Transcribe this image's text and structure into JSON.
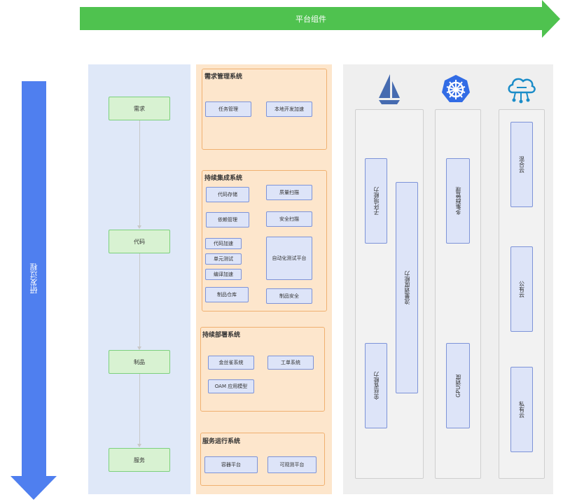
{
  "top_arrow": {
    "label": "平台组件"
  },
  "left_arrow": {
    "label": "研发过程"
  },
  "lifecycle": {
    "stages": [
      "需求",
      "代码",
      "制品",
      "服务"
    ]
  },
  "systems": {
    "requirements": {
      "title": "需求管理系统",
      "items": [
        "任务管理",
        "本地开发加速"
      ]
    },
    "ci": {
      "title": "持续集成系统",
      "items": [
        "代码存储",
        "质量扫描",
        "依赖管理",
        "安全扫描",
        "代码加速",
        "单元测试",
        "编译加速",
        "自动化测试平台",
        "制品仓库",
        "制品安全"
      ]
    },
    "cd": {
      "title": "持续部署系统",
      "items": [
        "金丝雀系统",
        "工单系统",
        "OAM 应用模型"
      ]
    },
    "runtime": {
      "title": "服务运行系统",
      "items": [
        "容器平台",
        "可观测平台"
      ]
    }
  },
  "platform": {
    "istio": {
      "icon": "istio-sail-icon",
      "items": [
        "子环境能力",
        "流量调度能力",
        "金丝雀能力"
      ]
    },
    "kubernetes": {
      "icon": "kubernetes-helm-icon",
      "items": [
        "多集群管理",
        "GPU调度"
      ]
    },
    "cloud": {
      "icon": "cloud-network-icon",
      "items": [
        "混合云",
        "公有云",
        "私有云"
      ]
    }
  },
  "colors": {
    "green_arrow": "#4fc24f",
    "blue_arrow": "#4f7fef",
    "lane_blue": "#dfe8f8",
    "lane_orange": "#fde6cc",
    "lane_gray": "#efefef",
    "stage_fill": "#d8f2d2",
    "item_fill": "#dde4f8",
    "kubernetes_blue": "#326ce5",
    "istio_blue": "#466bb0"
  }
}
